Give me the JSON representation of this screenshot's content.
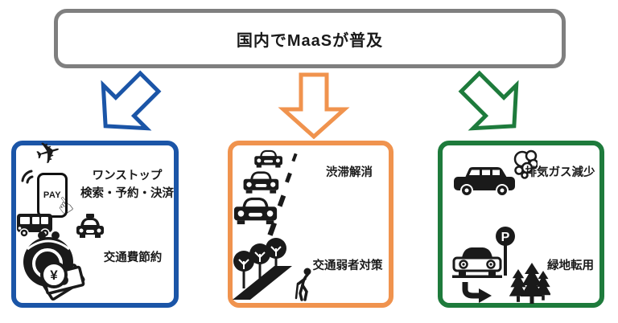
{
  "title": "国内でMaaSが普及",
  "colors": {
    "top_border": "#7f7f7f",
    "blue": "#1b55a7",
    "orange": "#f0934e",
    "green": "#1e7b3c",
    "icon_black": "#1a1a1a"
  },
  "arrows": [
    {
      "name": "arrow-to-user-benefits",
      "direction": "down-left",
      "color": "#1b55a7"
    },
    {
      "name": "arrow-to-traffic-benefits",
      "direction": "down",
      "color": "#f0934e"
    },
    {
      "name": "arrow-to-environment-benefits",
      "direction": "down-right",
      "color": "#1e7b3c"
    }
  ],
  "boxes": [
    {
      "name": "user-benefits",
      "accent": "#1b55a7",
      "items": [
        {
          "icon": "one-stop-mobility-booking-icon",
          "lines": [
            "ワンストップ",
            "検索・予約・決済"
          ]
        },
        {
          "icon": "transport-cost-saving-purse-icon",
          "lines": [
            "交通費節約"
          ]
        }
      ]
    },
    {
      "name": "traffic-benefits",
      "accent": "#f0934e",
      "items": [
        {
          "icon": "traffic-jam-icon",
          "lines": [
            "渋滞解消"
          ]
        },
        {
          "icon": "accessible-walkway-icon",
          "lines": [
            "交通弱者対策"
          ]
        }
      ]
    },
    {
      "name": "environment-benefits",
      "accent": "#1e7b3c",
      "items": [
        {
          "icon": "exhaust-gas-car-icon",
          "lines": [
            "排気ガス減少"
          ]
        },
        {
          "icon": "parking-to-greenery-icon",
          "lines": [
            "緑地転用"
          ]
        }
      ]
    }
  ],
  "icon_texts": {
    "pay": "PAY",
    "yen": "¥",
    "parking": "P"
  }
}
